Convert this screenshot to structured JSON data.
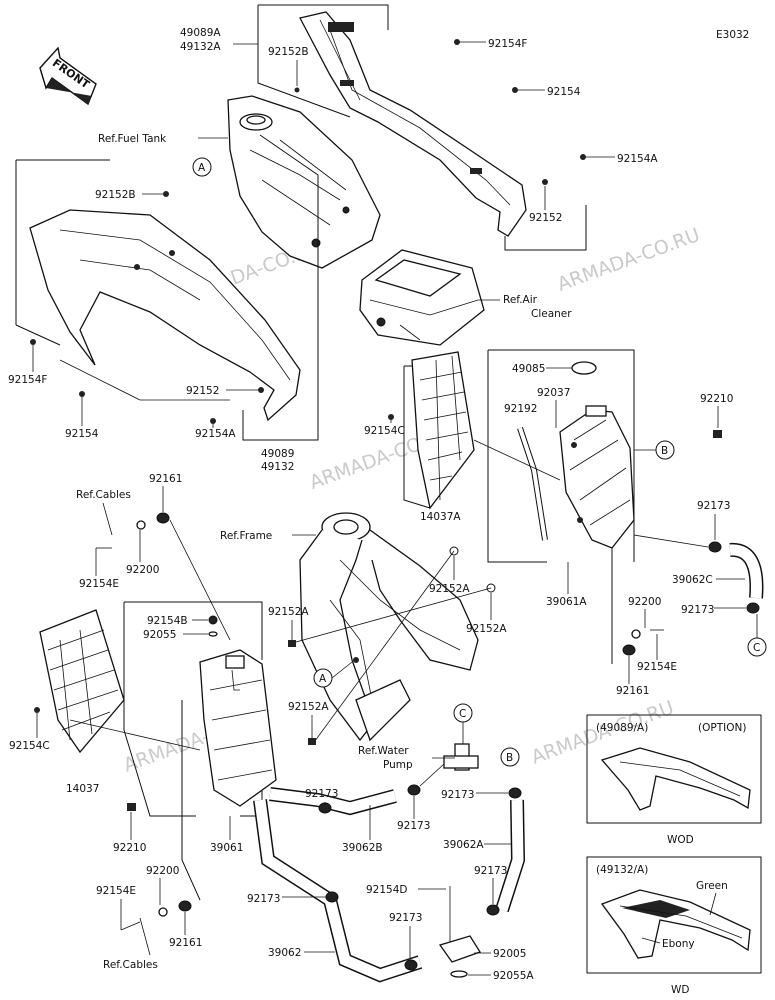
{
  "diagram_id": "E3032",
  "front_label": "FRONT",
  "watermark": "ARMADA-CO.RU",
  "callouts": {
    "a": "A",
    "b": "B",
    "c": "C"
  },
  "labels": {
    "l49089a": "49089A",
    "l49132a": "49132A",
    "l92152b_top": "92152B",
    "l92154f_top": "92154F",
    "l92154_top": "92154",
    "l92154a_top": "92154A",
    "l92152_top": "92152",
    "fuel_tank": "Ref.Fuel Tank",
    "l92152b_left": "92152B",
    "l92154f_left": "92154F",
    "l92154_left": "92154",
    "l92152_mid": "92152",
    "l92154a_mid": "92154A",
    "l49089": "49089",
    "l49132": "49132",
    "air_cleaner_1": "Ref.Air",
    "air_cleaner_2": "Cleaner",
    "l49085": "49085",
    "l92037": "92037",
    "l92192": "92192",
    "l92210_r": "92210",
    "l92154c_mid": "92154C",
    "l14037a": "14037A",
    "ref_cables_top": "Ref.Cables",
    "l92161_top": "92161",
    "ref_frame": "Ref.Frame",
    "l92200_top": "92200",
    "l92154e_top": "92154E",
    "l92152a_1": "92152A",
    "l92152a_2": "92152A",
    "l39061a": "39061A",
    "l92173_r1": "92173",
    "l39062c": "39062C",
    "l92173_r2": "92173",
    "l92154b": "92154B",
    "l92055": "92055",
    "l92152a_3": "92152A",
    "l92200_r": "92200",
    "l92154e_r": "92154E",
    "l92161_r": "92161",
    "l92154c_left": "92154C",
    "l92152a_4": "92152A",
    "water_pump_1": "Ref.Water",
    "water_pump_2": "Pump",
    "l14037": "14037",
    "l92173_m1": "92173",
    "l92173_m2": "92173",
    "l92173_m3": "92173",
    "l39062b": "39062B",
    "l39062a": "39062A",
    "l92210_l": "92210",
    "l39061": "39061",
    "l92200_bot": "92200",
    "l92154e_bot": "92154E",
    "l92161_bot": "92161",
    "ref_cables_bot": "Ref.Cables",
    "l92173_b1": "92173",
    "l92154d": "92154D",
    "l92173_b2": "92173",
    "l92173_b3": "92173",
    "l92005": "92005",
    "l39062": "39062",
    "l92055a": "92055A"
  },
  "insets": {
    "option": {
      "code": "(49089/A)",
      "note": "(OPTION)",
      "caption": "WOD"
    },
    "color": {
      "code": "(49132/A)",
      "green": "Green",
      "ebony": "Ebony",
      "caption": "WD"
    }
  }
}
